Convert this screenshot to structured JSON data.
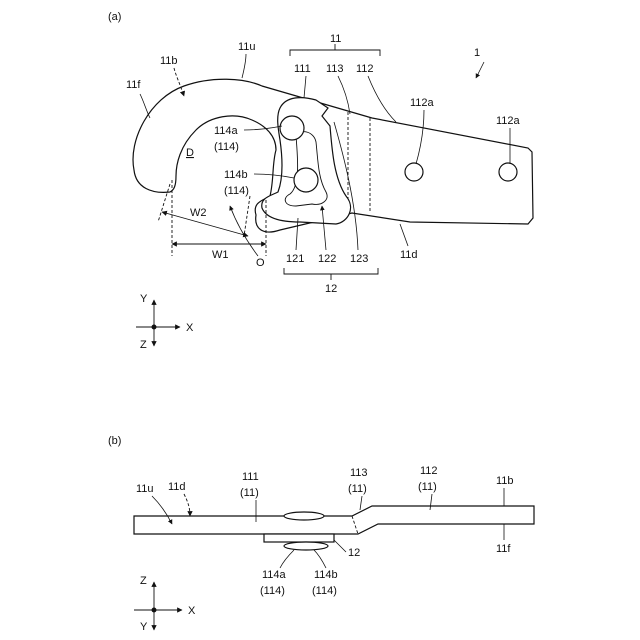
{
  "figure_a": {
    "panel_label": "(a)",
    "label_1": "1",
    "label_11": "11",
    "label_11b": "11b",
    "label_11u": "11u",
    "label_11f": "11f",
    "label_11d": "11d",
    "label_111": "111",
    "label_113": "113",
    "label_112": "112",
    "label_112a_1": "112a",
    "label_112a_2": "112a",
    "label_114a": "114a",
    "label_114a_sub": "(114)",
    "label_114b": "114b",
    "label_114b_sub": "(114)",
    "label_D": "D",
    "label_W1": "W1",
    "label_W2": "W2",
    "label_O": "O",
    "label_121": "121",
    "label_122": "122",
    "label_123": "123",
    "label_12": "12",
    "axis_y": "Y",
    "axis_x": "X",
    "axis_z": "Z"
  },
  "figure_b": {
    "panel_label": "(b)",
    "label_11u": "11u",
    "label_11d": "11d",
    "label_111": "111",
    "label_111_sub": "(11)",
    "label_113": "113",
    "label_113_sub": "(11)",
    "label_112": "112",
    "label_112_sub": "(11)",
    "label_11b": "11b",
    "label_11f": "11f",
    "label_12": "12",
    "label_114a": "114a",
    "label_114a_sub": "(114)",
    "label_114b": "114b",
    "label_114b_sub": "(114)",
    "axis_z": "Z",
    "axis_x": "X",
    "axis_y": "Y"
  }
}
